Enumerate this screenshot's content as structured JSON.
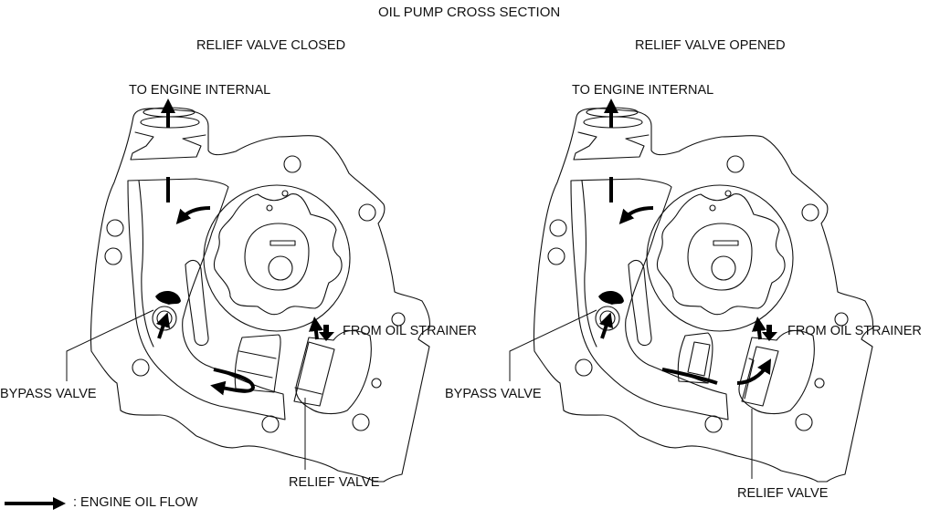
{
  "title": "OIL PUMP CROSS SECTION",
  "panels": [
    {
      "heading": "RELIEF VALVE CLOSED",
      "state": "closed",
      "labels": {
        "outlet": "TO ENGINE INTERNAL",
        "inlet": "FROM OIL STRAINER",
        "bypass": "BYPASS VALVE",
        "relief": "RELIEF VALVE"
      }
    },
    {
      "heading": "RELIEF VALVE OPENED",
      "state": "opened",
      "labels": {
        "outlet": "TO ENGINE INTERNAL",
        "inlet": "FROM OIL STRAINER",
        "bypass": "BYPASS VALVE",
        "relief": "RELIEF VALVE"
      }
    }
  ],
  "legend": {
    "icon": "thick-arrow-icon",
    "text": ": ENGINE OIL FLOW"
  }
}
